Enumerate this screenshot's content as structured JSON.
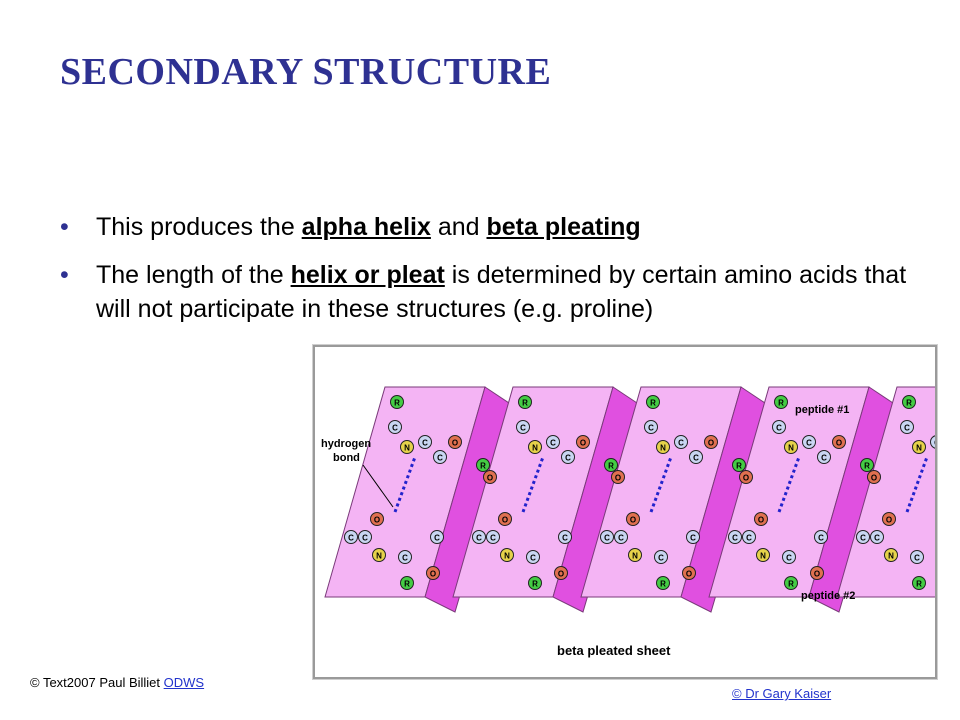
{
  "slide": {
    "title": "SECONDARY STRUCTURE",
    "bullets": [
      {
        "pre": "This produces the ",
        "term1": "alpha helix",
        "mid": " and ",
        "term2": "beta pleating"
      },
      {
        "pre": "The length of the ",
        "term": "helix or pleat",
        "post": " is determined by certain amino acids that will not participate in these structures (e.g. proline)"
      }
    ]
  },
  "figure": {
    "caption": "beta pleated sheet",
    "label_hbond": "hydrogen bond",
    "label_hbond_line1": "hydrogen",
    "label_hbond_line2": "bond",
    "label_peptide1": "peptide #1",
    "label_peptide2": "peptide #2",
    "atom_labels": {
      "R": "R",
      "C": "C",
      "N": "N",
      "O": "O"
    },
    "colors": {
      "sheet_light": "#f4b4f4",
      "sheet_dark": "#e050e0",
      "atom_R": "#44cc44",
      "atom_C": "#c9d6f2",
      "atom_N": "#e6d24a",
      "atom_O": "#e07050",
      "hbond": "#2222cc"
    }
  },
  "credits": {
    "left_text": "© Text2007 Paul Billiet ",
    "left_link": "ODWS",
    "right_link": "© Dr Gary Kaiser "
  }
}
